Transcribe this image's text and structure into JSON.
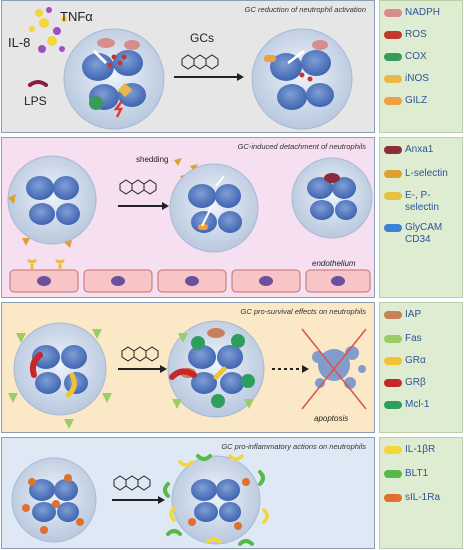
{
  "panels": [
    {
      "title": "GC reduction of neutrophil activation",
      "labels": {
        "tnf": "TNFα",
        "il8": "IL-8",
        "lps": "LPS",
        "gcs": "GCs"
      }
    },
    {
      "title": "GC-induced detachment of neutrophils",
      "labels": {
        "shedding": "shedding",
        "endothelium": "endothelium"
      }
    },
    {
      "title": "GC pro-survival effects on neutrophils",
      "labels": {
        "apoptosis": "apoptosis"
      }
    },
    {
      "title": "GC pro-inflammatory actions on neutrophils"
    }
  ],
  "legends": [
    [
      {
        "label": "NADPH",
        "icon": "nadph-icon",
        "color": "#d98c8c"
      },
      {
        "label": "ROS",
        "icon": "ros-icon",
        "color": "#c0392b"
      },
      {
        "label": "COX",
        "icon": "cox-icon",
        "color": "#3a9a5a"
      },
      {
        "label": "iNOS",
        "icon": "inos-icon",
        "color": "#e8b84a"
      },
      {
        "label": "GILZ",
        "icon": "gilz-icon",
        "color": "#f0a040"
      }
    ],
    [
      {
        "label": "Anxa1",
        "icon": "anxa1-icon",
        "color": "#8b2c3c"
      },
      {
        "label": "L-selectin",
        "icon": "l-selectin-icon",
        "color": "#e0a030"
      },
      {
        "label": "E-, P-\nselectin",
        "icon": "selectin-icon",
        "color": "#e8c040"
      },
      {
        "label": "GlyCAM\nCD34",
        "icon": "glycam-icon",
        "color": "#3b82d6"
      }
    ],
    [
      {
        "label": "IAP",
        "icon": "iap-icon",
        "color": "#c9805a"
      },
      {
        "label": "Fas",
        "icon": "fas-icon",
        "color": "#9ccc65"
      },
      {
        "label": "GRα",
        "icon": "gr-alpha-icon",
        "color": "#f2c230"
      },
      {
        "label": "GRβ",
        "icon": "gr-beta-icon",
        "color": "#c62828"
      },
      {
        "label": "Mcl-1",
        "icon": "mcl1-icon",
        "color": "#2e9e5e"
      }
    ],
    [
      {
        "label": "IL-1βR",
        "icon": "il1br-icon",
        "color": "#f2d63a"
      },
      {
        "label": "BLT1",
        "icon": "blt1-icon",
        "color": "#58b848"
      },
      {
        "label": "sIL-1Ra",
        "icon": "sil1ra-icon",
        "color": "#e07030"
      }
    ]
  ]
}
